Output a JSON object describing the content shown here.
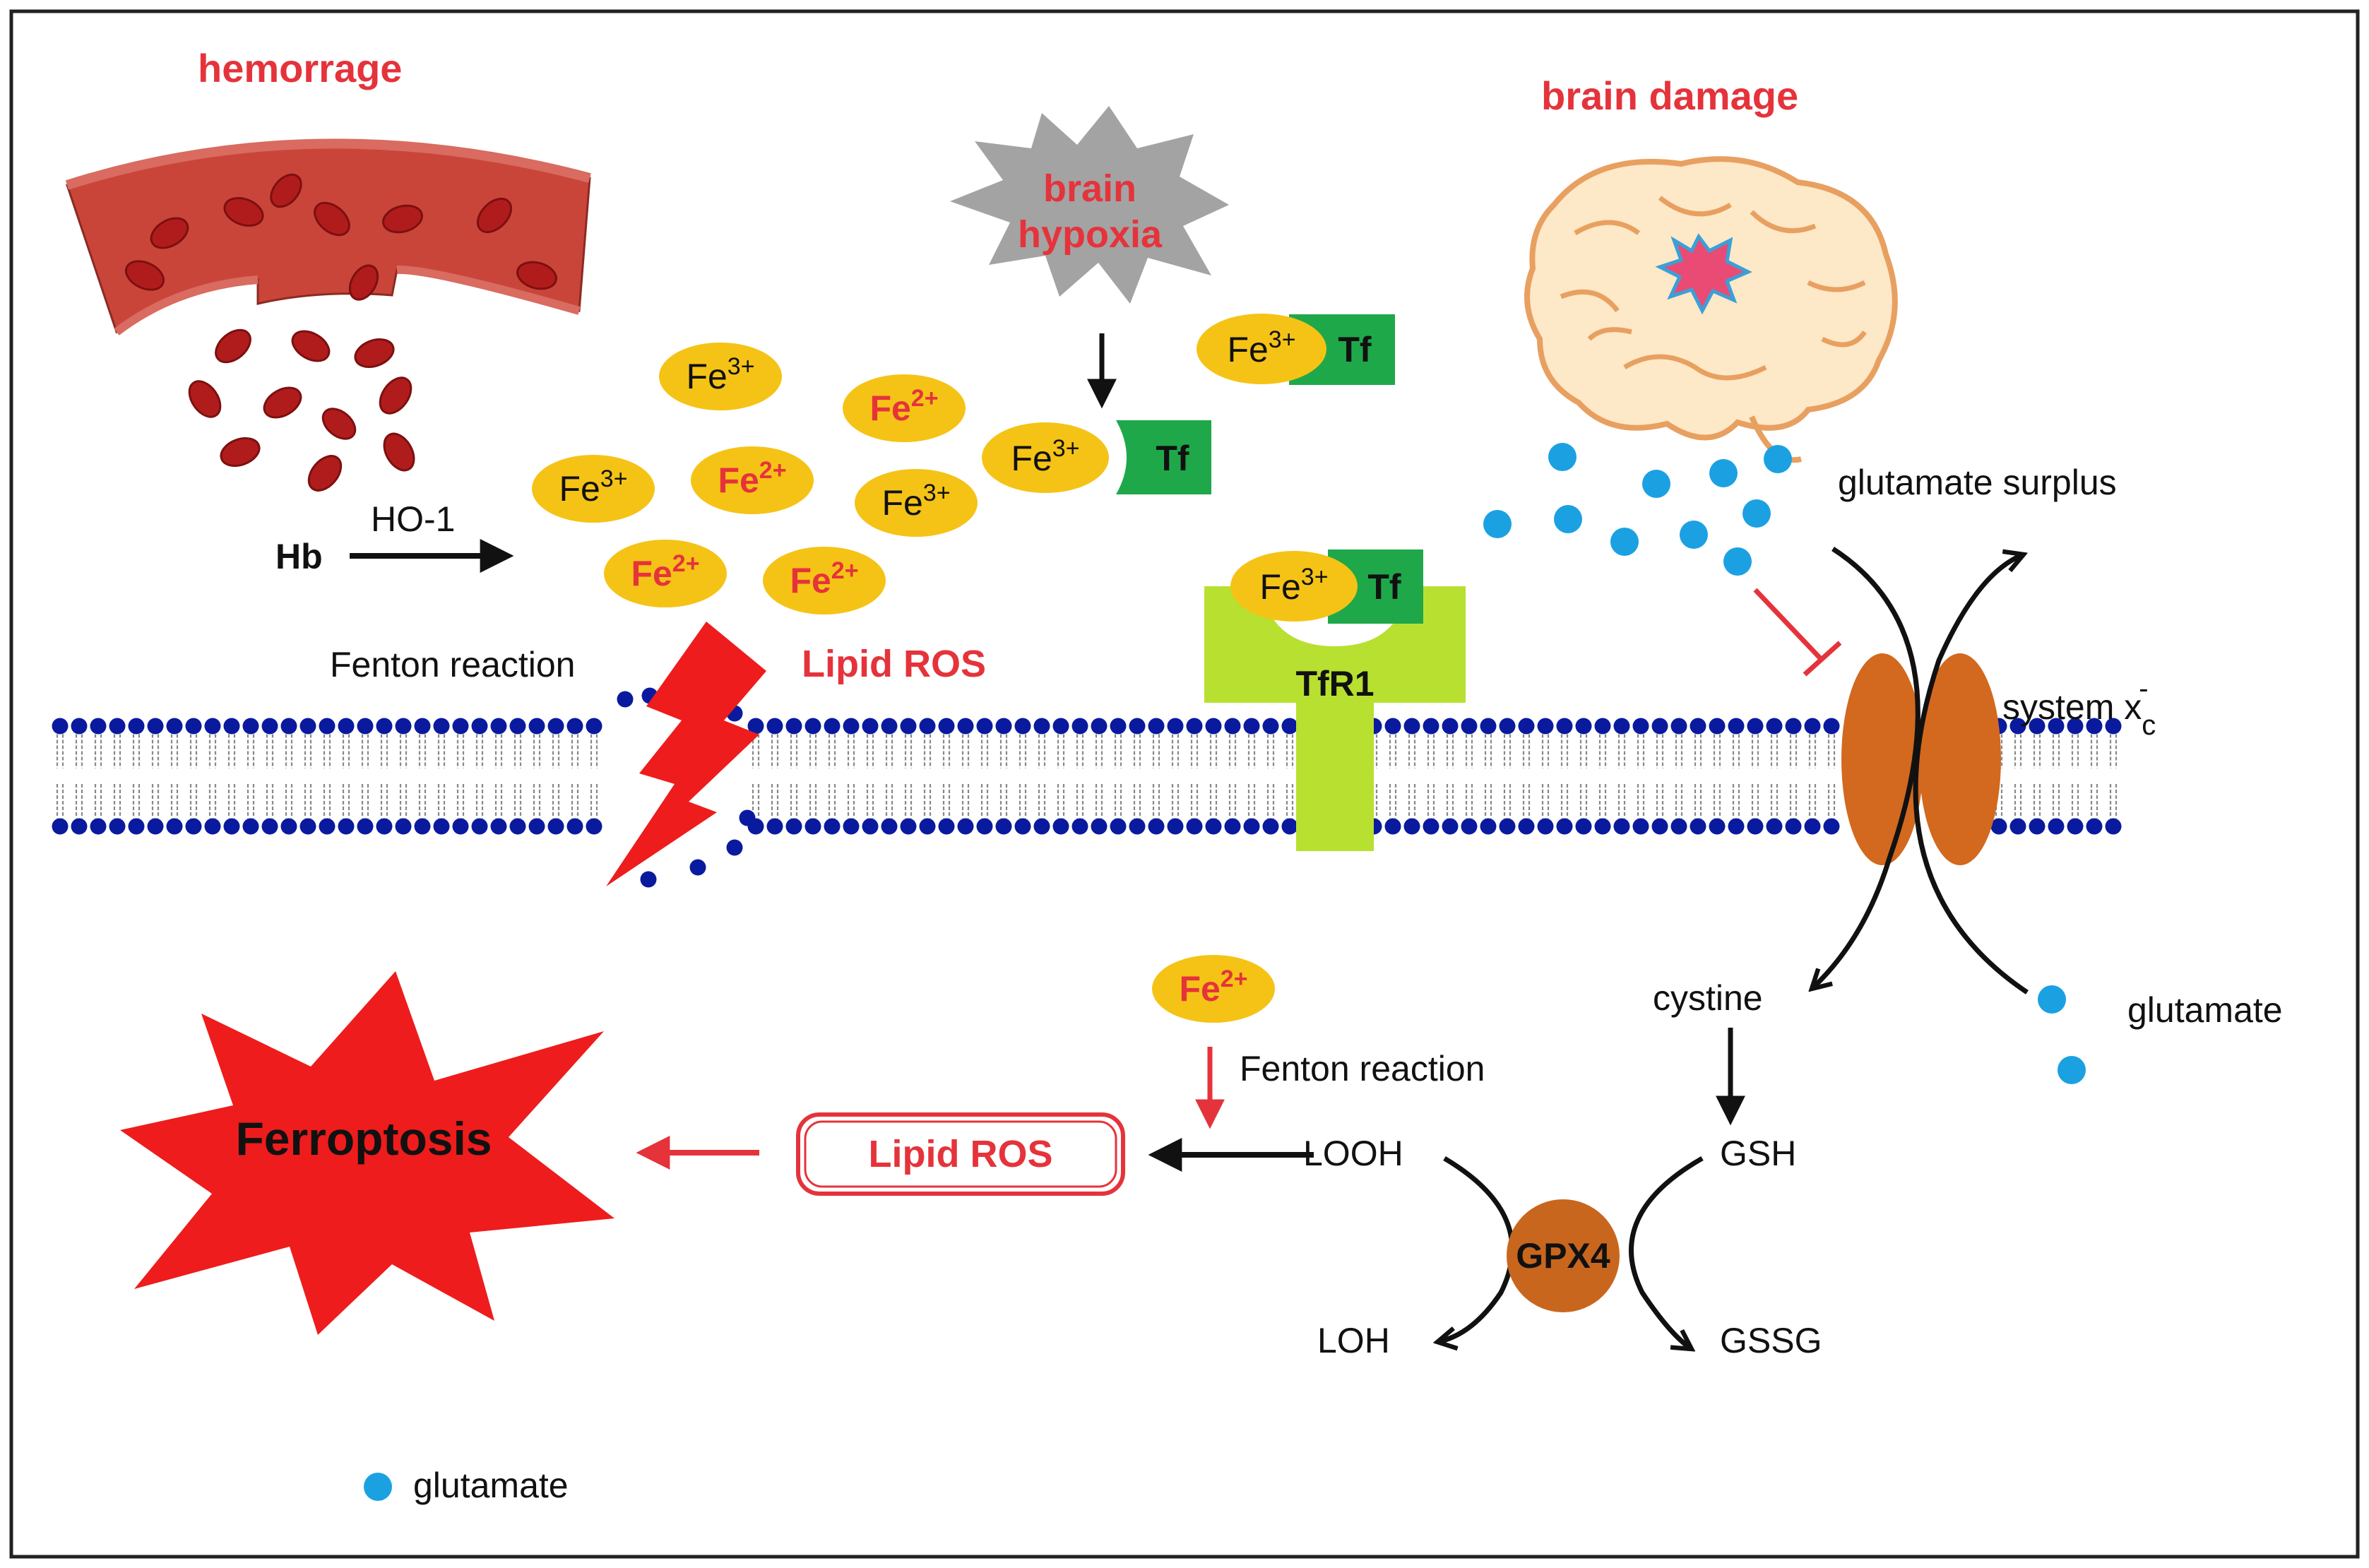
{
  "labels": {
    "hemorrage": "hemorrage",
    "brain_hypoxia_line1": "brain",
    "brain_hypoxia_line2": "hypoxia",
    "brain_damage": "brain damage",
    "hb": "Hb",
    "ho1": "HO-1",
    "fenton_reaction_top": "Fenton reaction",
    "lipid_ros_top": "Lipid ROS",
    "tfr1": "TfR1",
    "tf": "Tf",
    "glutamate_surplus": "glutamate surplus",
    "system_xc_main": "system x",
    "system_xc_sub": "c",
    "system_xc_sup": "-",
    "cystine": "cystine",
    "glutamate_right": "glutamate",
    "fenton_reaction_bottom": "Fenton reaction",
    "looh": "LOOH",
    "lipid_ros_box": "Lipid ROS",
    "ferroptosis": "Ferroptosis",
    "gsh": "GSH",
    "gpx4": "GPX4",
    "loh": "LOH",
    "gssg": "GSSG",
    "legend_glutamate": "glutamate"
  },
  "ions": {
    "fe": "Fe",
    "plus3": "3+",
    "plus2": "2+"
  },
  "colors": {
    "red_text": "#e5333b",
    "ion_yellow": "#f5c316",
    "tf_green": "#1fa84a",
    "receptor_green": "#b8e030",
    "transporter_orange": "#d2691e",
    "gpx4_brown": "#c8661e",
    "glutamate_blue": "#1ba1e2",
    "membrane_navy": "#0a1a9e",
    "vessel_red": "#c9453a",
    "cell_red": "#b01c1c",
    "hypoxia_grey": "#a3a3a3",
    "ferroptosis_red": "#ee1c1c"
  }
}
